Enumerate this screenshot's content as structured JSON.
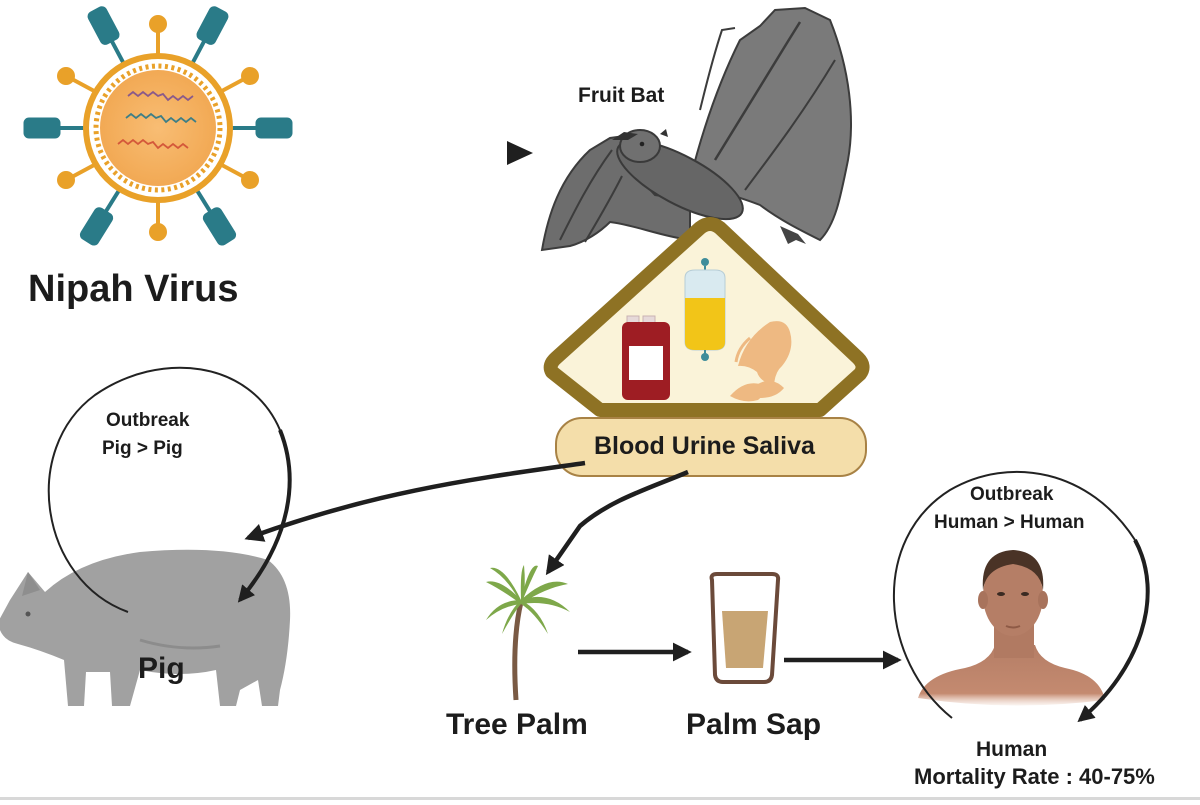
{
  "diagram": {
    "title": "Nipah Virus",
    "nodes": {
      "virus": {
        "label": "Nipah Virus",
        "icon": "virus-icon"
      },
      "bat": {
        "label": "Fruit Bat",
        "icon": "fruit-bat-icon"
      },
      "fluids": {
        "label": "Blood  Urine Saliva",
        "items": [
          "Blood",
          "Urine",
          "Saliva"
        ],
        "icons": [
          "blood-bag-icon",
          "urine-bag-icon",
          "saliva-icon"
        ]
      },
      "pig": {
        "label": "Pig",
        "icon": "pig-icon",
        "cycle_title": "Outbreak",
        "cycle_subtitle": "Pig > Pig"
      },
      "tree": {
        "label": "Tree Palm",
        "icon": "palm-tree-icon"
      },
      "sap": {
        "label": "Palm Sap",
        "icon": "glass-icon"
      },
      "human": {
        "label": "Human",
        "icon": "human-icon",
        "cycle_title": "Outbreak",
        "cycle_subtitle": "Human > Human",
        "mortality": "Mortality Rate : 40-75%"
      }
    },
    "edges": [
      {
        "from": "Nipah Virus",
        "to": "Fruit Bat"
      },
      {
        "from": "Blood Urine Saliva",
        "to": "Pig"
      },
      {
        "from": "Blood Urine Saliva",
        "to": "Tree Palm"
      },
      {
        "from": "Tree Palm",
        "to": "Palm Sap"
      },
      {
        "from": "Palm Sap",
        "to": "Human"
      },
      {
        "from": "Pig",
        "to": "Pig"
      },
      {
        "from": "Human",
        "to": "Human"
      }
    ],
    "colors": {
      "virus_orange": "#e9a129",
      "virus_core": "#f6b464",
      "spike_teal": "#2a7b88",
      "bat_gray": "#6e6e6e",
      "frame_gold": "#8e7224",
      "frame_fill": "#faf3d9",
      "pill_fill": "#f4deaa",
      "pig_gray": "#9d9d9d",
      "palm_green": "#7ea84a",
      "sap_tan": "#c8a574",
      "skin": "#b57e66",
      "arrow": "#1f1f1f"
    }
  }
}
